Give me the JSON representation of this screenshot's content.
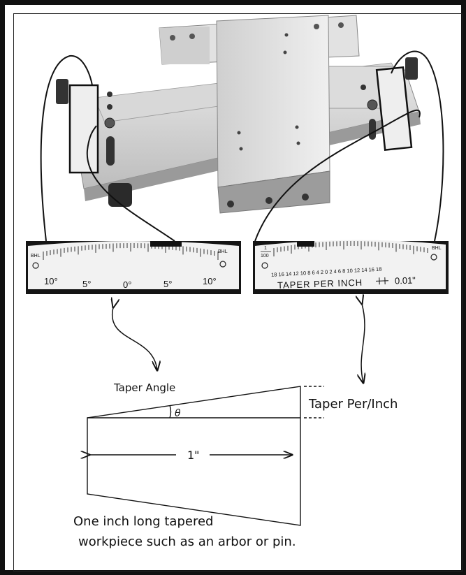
{
  "left_scale": {
    "brand": "BHL",
    "brand_right": "BHL",
    "labels": [
      "10°",
      "5°",
      "0°",
      "5°",
      "10°"
    ]
  },
  "right_scale": {
    "fraction_num": "1",
    "fraction_den": "100",
    "brand": "BHL",
    "numbers": "18 16 14 12 10 8 6 4 2 0 2 4 6 8 10 12 14 16 18",
    "caption": "TAPER PER INCH",
    "unit": "0.01\""
  },
  "diagram": {
    "taper_angle_label": "Taper Angle",
    "theta": "θ",
    "taper_per_inch_label": "Taper Per/Inch",
    "length_label": "1\"",
    "caption_line1": "One inch long tapered",
    "caption_line2": "workpiece such as an arbor or pin."
  }
}
